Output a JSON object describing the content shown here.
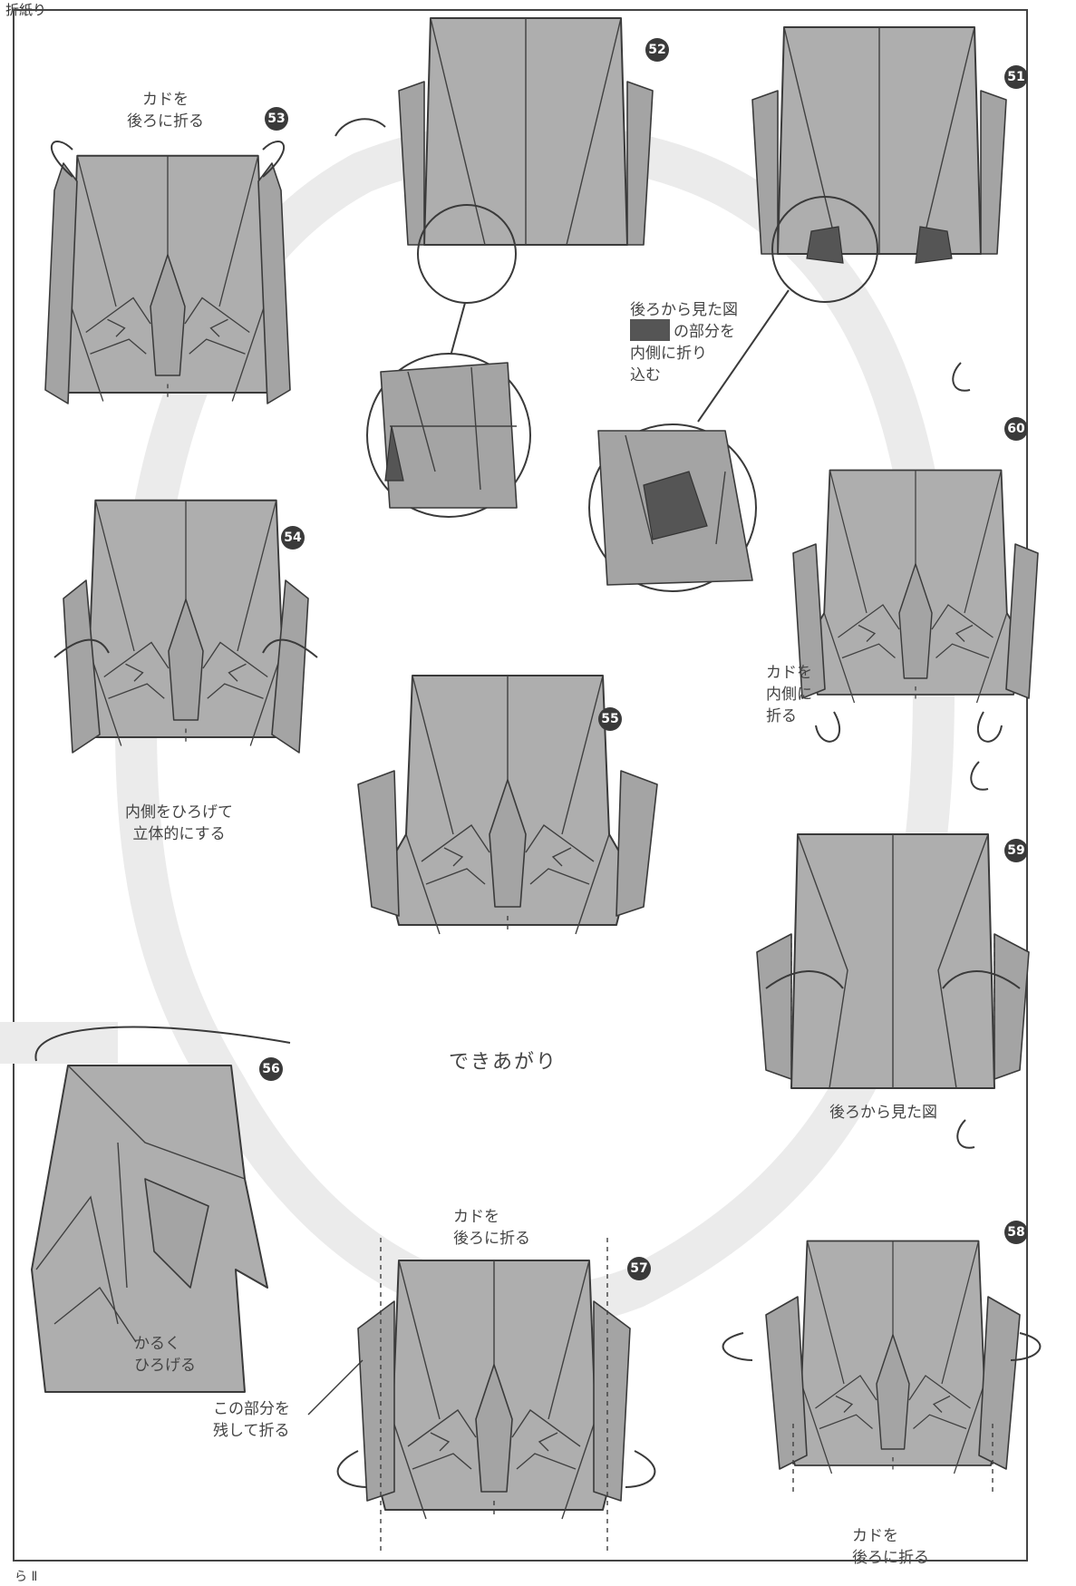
{
  "page": {
    "header": "折紙り",
    "footer": "ら Ⅱ"
  },
  "steps": [
    {
      "num": "51"
    },
    {
      "num": "52"
    },
    {
      "num": "53"
    },
    {
      "num": "54"
    },
    {
      "num": "55"
    },
    {
      "num": "56"
    },
    {
      "num": "57"
    },
    {
      "num": "58"
    },
    {
      "num": "59"
    },
    {
      "num": "60"
    }
  ],
  "labels": {
    "s53_line1": "カドを",
    "s53_line2": "後ろに折る",
    "s51_line1": "後ろから見た図",
    "s51_line2": "の部分を",
    "s51_line3": "内側に折り",
    "s51_line4": "込む",
    "s60_line1": "カドを",
    "s60_line2": "内側に",
    "s60_line3": "折る",
    "s54_line1": "内側をひろげて",
    "s54_line2": "立体的にする",
    "finished": "できあがり",
    "s59_caption": "後ろから見た図",
    "s56_line1": "かるく",
    "s56_line2": "ひろげる",
    "s57_top1": "カドを",
    "s57_top2": "後ろに折る",
    "s57_left1": "この部分を",
    "s57_left2": "残して折る",
    "s58_line1": "カドを",
    "s58_line2": "後ろに折る"
  },
  "colors": {
    "paper": "#aeaeae",
    "ring": "#e9e9e9",
    "shade": "#555555"
  },
  "icons": [
    "turn-over-icon",
    "fold-arrow-icon",
    "magnify-circle-icon"
  ]
}
